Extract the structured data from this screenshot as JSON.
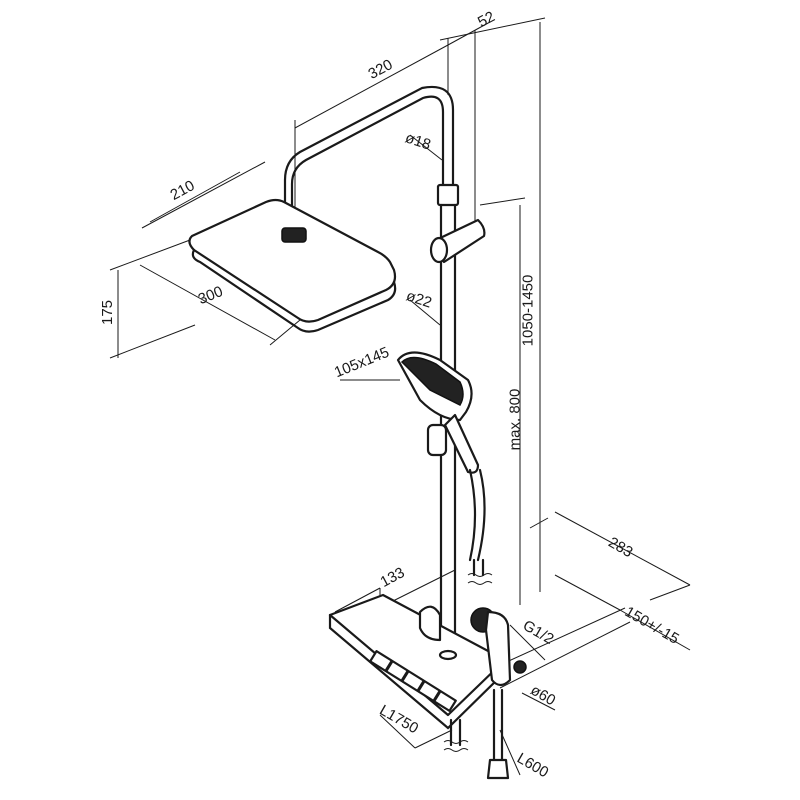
{
  "drawing": {
    "title": "Shower system dimensional drawing",
    "dimensions": {
      "arm_length": "320",
      "wall_offset": "52",
      "arm_diameter": "ø18",
      "head_depth": "210",
      "head_height": "175",
      "head_width": "300",
      "rail_diameter": "ø22",
      "hand_shower_size": "105x145",
      "total_height": "1050-1450",
      "max_slide": "max. 800",
      "projection": "283",
      "shelf_depth": "133",
      "inlet_spacing": "150+/-15",
      "thread": "G1/2",
      "escutcheon": "ø60",
      "main_hose": "L1750",
      "bidet_hose": "L600"
    }
  }
}
